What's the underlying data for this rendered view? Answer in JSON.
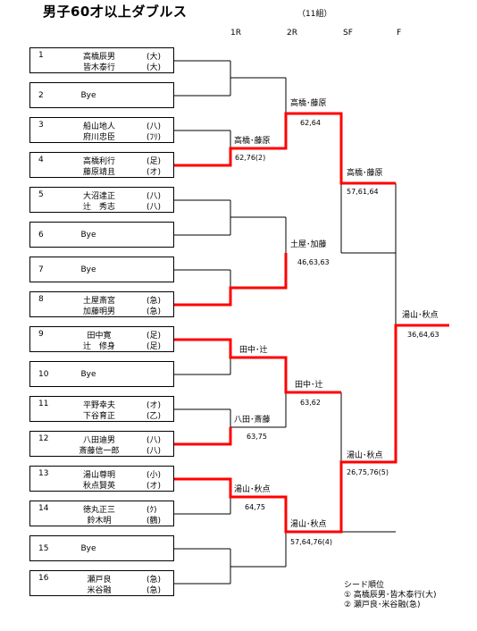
{
  "title": "男子60才以上ダブルス",
  "group": "（11組）",
  "rounds": [
    "1R",
    "2R",
    "SF",
    "F"
  ],
  "entries": [
    {
      "num": "1",
      "p1": "高橋辰男",
      "a1": "(大)",
      "p2": "皆木泰行",
      "a2": "(大)"
    },
    {
      "num": "2",
      "bye": "Bye"
    },
    {
      "num": "3",
      "p1": "船山地人",
      "a1": "(八)",
      "p2": "府川忠臣",
      "a2": "(ﾌﾘ)"
    },
    {
      "num": "4",
      "p1": "高橋利行",
      "a1": "(足)",
      "p2": "藤原靖且",
      "a2": "(オ)"
    },
    {
      "num": "5",
      "p1": "大沼達正",
      "a1": "(八)",
      "p2": "辻　秀志",
      "a2": "(八)"
    },
    {
      "num": "6",
      "bye": "Bye"
    },
    {
      "num": "7",
      "bye": "Bye"
    },
    {
      "num": "8",
      "p1": "土屋斎宮",
      "a1": "(急)",
      "p2": "加藤明男",
      "a2": "(急)"
    },
    {
      "num": "9",
      "p1": "田中寛",
      "a1": "(足)",
      "p2": "辻　修身",
      "a2": "(足)"
    },
    {
      "num": "10",
      "bye": "Bye"
    },
    {
      "num": "11",
      "p1": "平野幸夫",
      "a1": "(オ)",
      "p2": "下谷育正",
      "a2": "(乙)"
    },
    {
      "num": "12",
      "p1": "八田迪男",
      "a1": "(八)",
      "p2": "斎藤信一郎",
      "a2": "(八)"
    },
    {
      "num": "13",
      "p1": "湯山尊明",
      "a1": "(小)",
      "p2": "秋点賢英",
      "a2": "(オ)"
    },
    {
      "num": "14",
      "p1": "徳丸正三",
      "a1": "(ｸ)",
      "p2": "鈴木明",
      "a2": "(鶴)"
    },
    {
      "num": "15",
      "bye": "Bye"
    },
    {
      "num": "16",
      "p1": "瀬戸良",
      "a1": "(急)",
      "p2": "米谷融",
      "a2": "(急)"
    }
  ],
  "results": {
    "r1_1": {
      "winner": "高橋･藤原",
      "score": "62,76(2)"
    },
    "r1_2": {
      "winner": "田中･辻",
      "score": ""
    },
    "r1_3": {
      "winner": "八田･斎藤",
      "score": "63,75"
    },
    "r1_4": {
      "winner": "湯山･秋点",
      "score": "64,75"
    },
    "r2_1": {
      "winner": "高橋･藤原",
      "score": "62,64"
    },
    "r2_2": {
      "winner": "土屋･加藤",
      "score": "46,63,63"
    },
    "r2_3": {
      "winner": "田中･辻",
      "score": "63,62"
    },
    "r2_4": {
      "winner": "湯山･秋点",
      "score": "57,64,76(4)"
    },
    "sf_1": {
      "winner": "高橋･藤原",
      "score": "57,61,64"
    },
    "sf_2": {
      "winner": "湯山･秋点",
      "score": "26,75,76(5)"
    },
    "final": {
      "winner": "湯山･秋点",
      "score": "36,64,63"
    }
  },
  "seeds": {
    "heading": "シード順位",
    "list": [
      "① 高橋辰男･皆木泰行(大)",
      "② 瀬戸良･米谷融(急)"
    ]
  },
  "colors": {
    "winner_line": "#ff0000",
    "line": "#000000"
  }
}
